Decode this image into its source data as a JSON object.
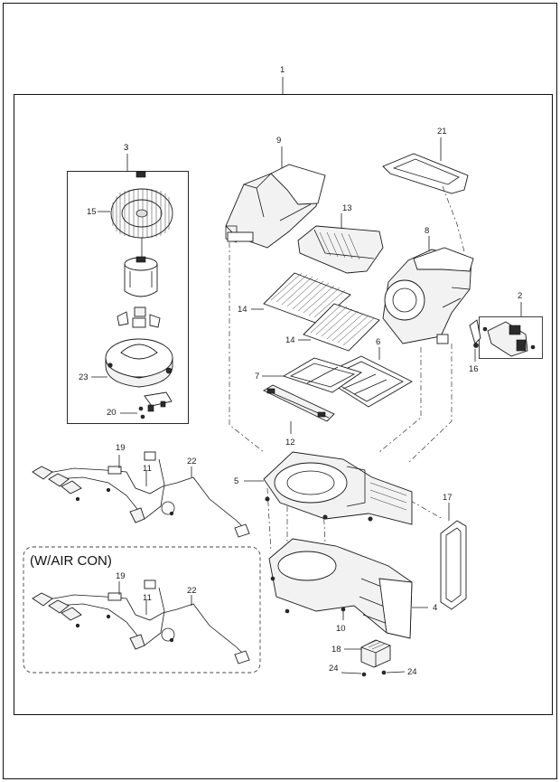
{
  "variant_label": "(W/AIR CON)",
  "callouts": {
    "c1": "1",
    "c2": "2",
    "c3": "3",
    "c4": "4",
    "c5": "5",
    "c6": "6",
    "c7": "7",
    "c8": "8",
    "c9": "9",
    "c10": "10",
    "c11a": "11",
    "c11b": "11",
    "c12": "12",
    "c13": "13",
    "c14a": "14",
    "c14b": "14",
    "c15": "15",
    "c16": "16",
    "c17": "17",
    "c18": "18",
    "c19a": "19",
    "c19b": "19",
    "c20": "20",
    "c21": "21",
    "c22a": "22",
    "c22b": "22",
    "c23": "23",
    "c24a": "24",
    "c24b": "24"
  }
}
